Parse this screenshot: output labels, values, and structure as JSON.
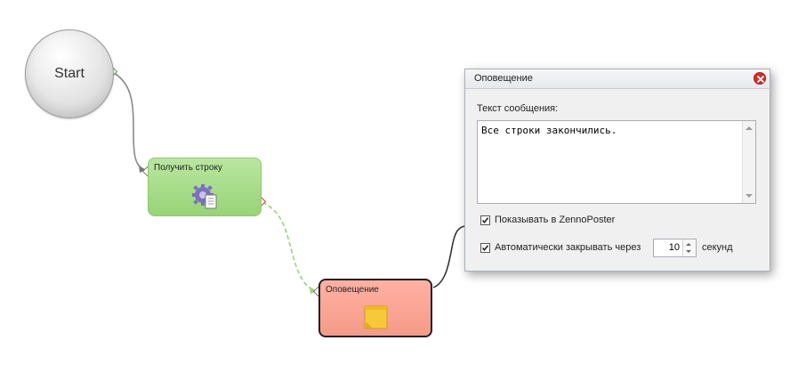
{
  "canvas": {
    "start_label": "Start",
    "nodes": [
      {
        "title": "Получить строку",
        "icon": "gear-document-icon",
        "color": "#a8dd8a"
      },
      {
        "title": "Оповещение",
        "icon": "sticky-note-icon",
        "color": "#f9a392"
      }
    ]
  },
  "dialog": {
    "title": "Оповещение",
    "message_label": "Текст сообщения:",
    "message_value": "Все строки закончились.",
    "show_checkbox": {
      "label": "Показывать в ZennoPoster",
      "checked": true
    },
    "autoclose_checkbox": {
      "label": "Автоматически закрывать через",
      "checked": true
    },
    "autoclose_seconds": "10",
    "seconds_unit": "секунд"
  },
  "colors": {
    "link_green_dashed": "#9ad37a",
    "link_gray": "#8a8a8a",
    "close_red": "#d62b2b"
  }
}
